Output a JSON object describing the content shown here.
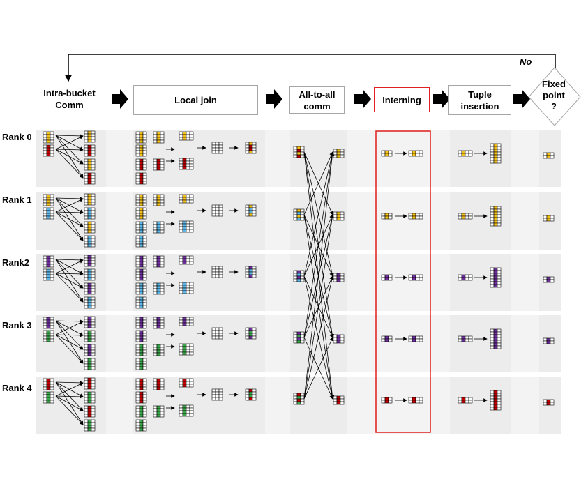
{
  "stages": [
    {
      "id": "intra",
      "label": "Intra-bucket\nComm",
      "highlight": false
    },
    {
      "id": "join",
      "label": "Local join",
      "highlight": false
    },
    {
      "id": "a2a",
      "label": "All-to-all\ncomm",
      "highlight": false
    },
    {
      "id": "intern",
      "label": "Interning",
      "highlight": true
    },
    {
      "id": "tuple",
      "label": "Tuple\ninsertion",
      "highlight": false
    }
  ],
  "fixed_point": "Fixed\npoint\n?",
  "loop_label": "No",
  "ranks": [
    "Rank 0",
    "Rank 1",
    "Rank2",
    "Rank 3",
    "Rank 4"
  ],
  "colors": {
    "yellow": "#f5c21b",
    "red": "#c00000",
    "blue": "#5bb8e8",
    "purple": "#7030a0",
    "green": "#3aa84a",
    "stroke": "#000000",
    "band": "#f3f3f3",
    "highlight": "#e02020"
  },
  "rank_colors": [
    [
      "yellow",
      "red"
    ],
    [
      "yellow",
      "blue"
    ],
    [
      "purple",
      "blue"
    ],
    [
      "purple",
      "green"
    ],
    [
      "red",
      "green"
    ]
  ]
}
